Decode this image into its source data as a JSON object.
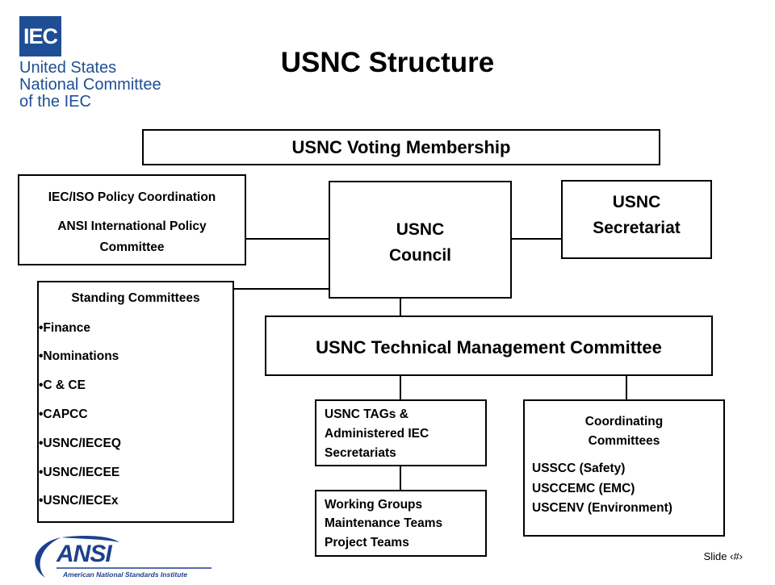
{
  "logo": {
    "mark": "IEC",
    "name_lines": [
      "United States",
      "National Committee",
      "of the IEC"
    ]
  },
  "title": "USNC Structure",
  "voting_membership": "USNC Voting Membership",
  "policy": {
    "line1": "IEC/ISO Policy Coordination",
    "line2": "ANSI International Policy",
    "line3": "Committee"
  },
  "council": {
    "line1": "USNC",
    "line2": "Council"
  },
  "secretariat": {
    "line1": "USNC",
    "line2": "Secretariat"
  },
  "standing": {
    "heading": "Standing Committees",
    "items": [
      "•Finance",
      "•Nominations",
      "•C & CE",
      "•CAPCC",
      "•USNC/IECEQ",
      "•USNC/IECEE",
      "•USNC/IECEx"
    ]
  },
  "tmc": "USNC Technical Management Committee",
  "tags": {
    "line1": "USNC TAGs &",
    "line2": "Administered IEC",
    "line3": "Secretariats"
  },
  "working": {
    "line1": "Working Groups",
    "line2": "Maintenance Teams",
    "line3": "Project Teams"
  },
  "coordinating": {
    "heading1": "Coordinating",
    "heading2": "Committees",
    "items": [
      "USSCC (Safety)",
      "USCCEMC (EMC)",
      "USCENV (Environment)"
    ]
  },
  "ansi": {
    "mark": "ANSI",
    "tagline": "American National Standards Institute"
  },
  "footer": {
    "slide_label": "Slide",
    "slide_symbol": "‹#›"
  },
  "colors": {
    "iec_blue": "#1f4e96",
    "ansi_blue": "#1d3f8f",
    "line": "#000000"
  }
}
